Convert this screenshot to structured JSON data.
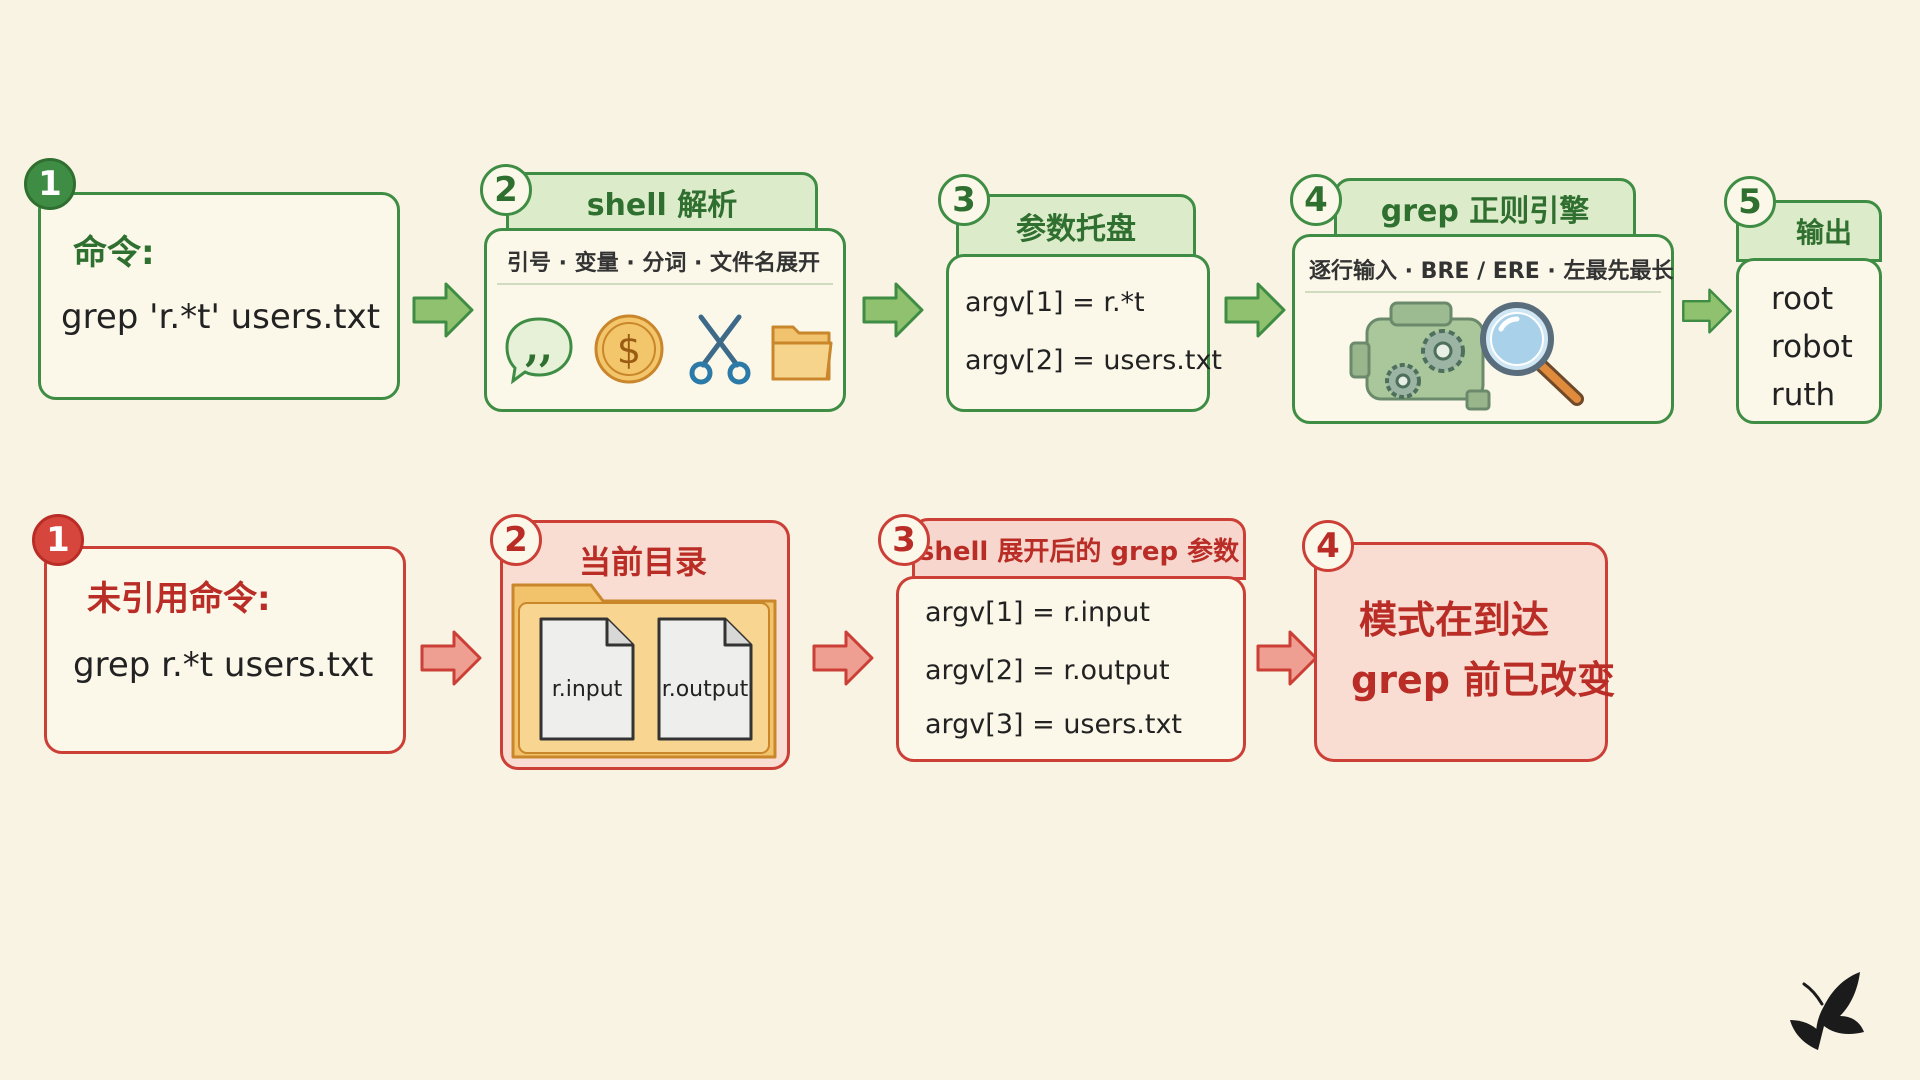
{
  "quoted": {
    "step1": {
      "num": "1",
      "title": "命令:",
      "command": "grep 'r.*t' users.txt"
    },
    "step2": {
      "num": "2",
      "title": "shell 解析",
      "subtitle": "引号 · 变量 · 分词 · 文件名展开",
      "icons": [
        "quote-icon",
        "dollar-icon",
        "scissors-icon",
        "folder-icon"
      ]
    },
    "step3": {
      "num": "3",
      "title": "参数托盘",
      "argv": [
        "argv[1] = r.*t",
        "argv[2] = users.txt"
      ]
    },
    "step4": {
      "num": "4",
      "title": "grep 正则引擎",
      "subtitle": "逐行输入 · BRE / ERE · 左最先最长",
      "icons": [
        "gears-engine-icon",
        "magnifier-icon"
      ]
    },
    "step5": {
      "num": "5",
      "title": "输出",
      "lines": [
        "root",
        "robot",
        "ruth"
      ]
    }
  },
  "unquoted": {
    "step1": {
      "num": "1",
      "title": "未引用命令:",
      "command": "grep r.*t users.txt"
    },
    "step2": {
      "num": "2",
      "title": "当前目录",
      "files": [
        "r.input",
        "r.output"
      ]
    },
    "step3": {
      "num": "3",
      "title": "shell 展开后的 grep 参数",
      "argv": [
        "argv[1] = r.input",
        "argv[2] = r.output",
        "argv[3] = users.txt"
      ]
    },
    "step4": {
      "num": "4",
      "lines": [
        "模式在到达",
        "grep 前已改变"
      ]
    }
  },
  "colors": {
    "green": "#3f8d44",
    "red": "#cc3f37",
    "background": "#f8f3e3"
  },
  "logo": {
    "icon": "butterfly-logo-icon"
  }
}
